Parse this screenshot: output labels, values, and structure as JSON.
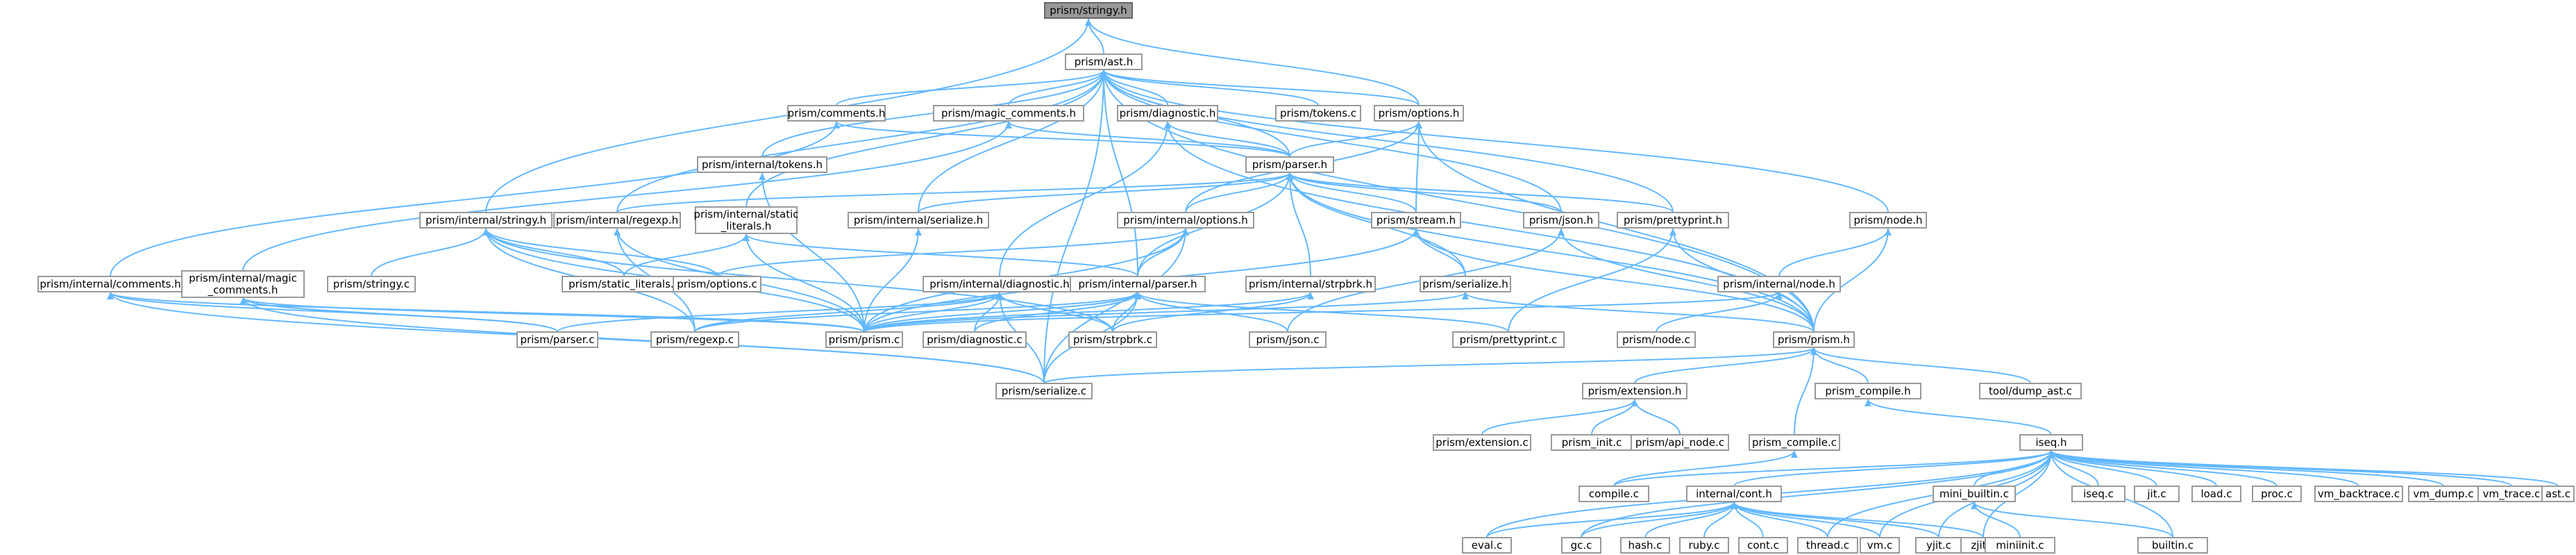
{
  "graph": {
    "nodes": [
      {
        "id": "stringy_h",
        "label": [
          "prism/stringy.h"
        ],
        "root": true
      },
      {
        "id": "ast_h",
        "label": [
          "prism/ast.h"
        ]
      },
      {
        "id": "comments_h",
        "label": [
          "prism/comments.h"
        ]
      },
      {
        "id": "magic_comments_h",
        "label": [
          "prism/magic_comments.h"
        ]
      },
      {
        "id": "diagnostic_h",
        "label": [
          "prism/diagnostic.h"
        ]
      },
      {
        "id": "tokens_c",
        "label": [
          "prism/tokens.c"
        ]
      },
      {
        "id": "options_h",
        "label": [
          "prism/options.h"
        ]
      },
      {
        "id": "internal_tokens_h",
        "label": [
          "prism/internal/tokens.h"
        ]
      },
      {
        "id": "parser_h",
        "label": [
          "prism/parser.h"
        ]
      },
      {
        "id": "internal_stringy_h",
        "label": [
          "prism/internal/stringy.h"
        ]
      },
      {
        "id": "internal_regexp_h",
        "label": [
          "prism/internal/regexp.h"
        ]
      },
      {
        "id": "internal_static_literals_h",
        "label": [
          "prism/internal/static",
          "_literals.h"
        ]
      },
      {
        "id": "internal_serialize_h",
        "label": [
          "prism/internal/serialize.h"
        ]
      },
      {
        "id": "internal_options_h",
        "label": [
          "prism/internal/options.h"
        ]
      },
      {
        "id": "stream_h",
        "label": [
          "prism/stream.h"
        ]
      },
      {
        "id": "json_h",
        "label": [
          "prism/json.h"
        ]
      },
      {
        "id": "prettyprint_h",
        "label": [
          "prism/prettyprint.h"
        ]
      },
      {
        "id": "node_h",
        "label": [
          "prism/node.h"
        ]
      },
      {
        "id": "internal_comments_h",
        "label": [
          "prism/internal/comments.h"
        ]
      },
      {
        "id": "internal_magic_comments_h",
        "label": [
          "prism/internal/magic",
          "_comments.h"
        ]
      },
      {
        "id": "stringy_c",
        "label": [
          "prism/stringy.c"
        ]
      },
      {
        "id": "static_literals_c",
        "label": [
          "prism/static_literals.c"
        ]
      },
      {
        "id": "options_c",
        "label": [
          "prism/options.c"
        ]
      },
      {
        "id": "internal_diagnostic_h",
        "label": [
          "prism/internal/diagnostic.h"
        ]
      },
      {
        "id": "internal_parser_h",
        "label": [
          "prism/internal/parser.h"
        ]
      },
      {
        "id": "internal_strpbrk_h",
        "label": [
          "prism/internal/strpbrk.h"
        ]
      },
      {
        "id": "serialize_h",
        "label": [
          "prism/serialize.h"
        ]
      },
      {
        "id": "internal_node_h",
        "label": [
          "prism/internal/node.h"
        ]
      },
      {
        "id": "parser_c",
        "label": [
          "prism/parser.c"
        ]
      },
      {
        "id": "regexp_c",
        "label": [
          "prism/regexp.c"
        ]
      },
      {
        "id": "prism_c",
        "label": [
          "prism/prism.c"
        ]
      },
      {
        "id": "diagnostic_c",
        "label": [
          "prism/diagnostic.c"
        ]
      },
      {
        "id": "strpbrk_c",
        "label": [
          "prism/strpbrk.c"
        ]
      },
      {
        "id": "json_c",
        "label": [
          "prism/json.c"
        ]
      },
      {
        "id": "prettyprint_c",
        "label": [
          "prism/prettyprint.c"
        ]
      },
      {
        "id": "node_c",
        "label": [
          "prism/node.c"
        ]
      },
      {
        "id": "prism_h",
        "label": [
          "prism/prism.h"
        ]
      },
      {
        "id": "serialize_c",
        "label": [
          "prism/serialize.c"
        ]
      },
      {
        "id": "extension_h",
        "label": [
          "prism/extension.h"
        ]
      },
      {
        "id": "prism_compile_h",
        "label": [
          "prism_compile.h"
        ]
      },
      {
        "id": "tool_dump_ast_c",
        "label": [
          "tool/dump_ast.c"
        ]
      },
      {
        "id": "extension_c",
        "label": [
          "prism/extension.c"
        ]
      },
      {
        "id": "prism_init_c",
        "label": [
          "prism_init.c"
        ]
      },
      {
        "id": "api_node_c",
        "label": [
          "prism/api_node.c"
        ]
      },
      {
        "id": "prism_compile_c",
        "label": [
          "prism_compile.c"
        ]
      },
      {
        "id": "iseq_h",
        "label": [
          "iseq.h"
        ]
      },
      {
        "id": "compile_c",
        "label": [
          "compile.c"
        ]
      },
      {
        "id": "internal_cont_h",
        "label": [
          "internal/cont.h"
        ]
      },
      {
        "id": "mini_builtin_c",
        "label": [
          "mini_builtin.c"
        ]
      },
      {
        "id": "iseq_c",
        "label": [
          "iseq.c"
        ]
      },
      {
        "id": "jit_c",
        "label": [
          "jit.c"
        ]
      },
      {
        "id": "load_c",
        "label": [
          "load.c"
        ]
      },
      {
        "id": "proc_c",
        "label": [
          "proc.c"
        ]
      },
      {
        "id": "vm_backtrace_c",
        "label": [
          "vm_backtrace.c"
        ]
      },
      {
        "id": "vm_dump_c",
        "label": [
          "vm_dump.c"
        ]
      },
      {
        "id": "vm_trace_c",
        "label": [
          "vm_trace.c"
        ]
      },
      {
        "id": "ast_c",
        "label": [
          "ast.c"
        ]
      },
      {
        "id": "eval_c",
        "label": [
          "eval.c"
        ]
      },
      {
        "id": "gc_c",
        "label": [
          "gc.c"
        ]
      },
      {
        "id": "hash_c",
        "label": [
          "hash.c"
        ]
      },
      {
        "id": "ruby_c",
        "label": [
          "ruby.c"
        ]
      },
      {
        "id": "cont_c",
        "label": [
          "cont.c"
        ]
      },
      {
        "id": "thread_c",
        "label": [
          "thread.c"
        ]
      },
      {
        "id": "vm_c",
        "label": [
          "vm.c"
        ]
      },
      {
        "id": "yjit_c",
        "label": [
          "yjit.c"
        ]
      },
      {
        "id": "zjit_c",
        "label": [
          "zjit.c"
        ]
      },
      {
        "id": "miniinit_c",
        "label": [
          "miniinit.c"
        ]
      },
      {
        "id": "builtin_c",
        "label": [
          "builtin.c"
        ]
      }
    ],
    "edges": [
      [
        "ast_h",
        "stringy_h"
      ],
      [
        "internal_stringy_h",
        "stringy_h"
      ],
      [
        "options_h",
        "stringy_h"
      ],
      [
        "comments_h",
        "ast_h"
      ],
      [
        "magic_comments_h",
        "ast_h"
      ],
      [
        "diagnostic_h",
        "ast_h"
      ],
      [
        "tokens_c",
        "ast_h"
      ],
      [
        "options_h",
        "ast_h"
      ],
      [
        "internal_tokens_h",
        "ast_h"
      ],
      [
        "parser_h",
        "ast_h"
      ],
      [
        "internal_regexp_h",
        "ast_h"
      ],
      [
        "internal_static_literals_h",
        "ast_h"
      ],
      [
        "internal_serialize_h",
        "ast_h"
      ],
      [
        "json_h",
        "ast_h"
      ],
      [
        "prettyprint_h",
        "ast_h"
      ],
      [
        "node_h",
        "ast_h"
      ],
      [
        "internal_parser_h",
        "ast_h"
      ],
      [
        "prism_h",
        "ast_h"
      ],
      [
        "serialize_c",
        "ast_h"
      ],
      [
        "parser_h",
        "comments_h"
      ],
      [
        "internal_comments_h",
        "comments_h"
      ],
      [
        "parser_h",
        "magic_comments_h"
      ],
      [
        "internal_magic_comments_h",
        "magic_comments_h"
      ],
      [
        "parser_h",
        "diagnostic_h"
      ],
      [
        "internal_diagnostic_h",
        "diagnostic_h"
      ],
      [
        "prism_h",
        "diagnostic_h"
      ],
      [
        "parser_h",
        "options_h"
      ],
      [
        "internal_options_h",
        "options_h"
      ],
      [
        "stream_h",
        "options_h"
      ],
      [
        "prism_h",
        "options_h"
      ],
      [
        "prism_c",
        "internal_tokens_h"
      ],
      [
        "internal_regexp_h",
        "parser_h"
      ],
      [
        "internal_serialize_h",
        "parser_h"
      ],
      [
        "internal_options_h",
        "parser_h"
      ],
      [
        "stream_h",
        "parser_h"
      ],
      [
        "json_h",
        "parser_h"
      ],
      [
        "prettyprint_h",
        "parser_h"
      ],
      [
        "internal_parser_h",
        "parser_h"
      ],
      [
        "internal_strpbrk_h",
        "parser_h"
      ],
      [
        "serialize_h",
        "parser_h"
      ],
      [
        "prism_h",
        "parser_h"
      ],
      [
        "stringy_c",
        "internal_stringy_h"
      ],
      [
        "static_literals_c",
        "internal_stringy_h"
      ],
      [
        "options_c",
        "internal_stringy_h"
      ],
      [
        "regexp_c",
        "internal_stringy_h"
      ],
      [
        "prism_c",
        "internal_stringy_h"
      ],
      [
        "strpbrk_c",
        "internal_stringy_h"
      ],
      [
        "regexp_c",
        "internal_regexp_h"
      ],
      [
        "prism_c",
        "internal_regexp_h"
      ],
      [
        "static_literals_c",
        "internal_static_literals_h"
      ],
      [
        "prism_c",
        "internal_static_literals_h"
      ],
      [
        "internal_parser_h",
        "internal_static_literals_h"
      ],
      [
        "prism_c",
        "internal_serialize_h"
      ],
      [
        "options_c",
        "internal_options_h"
      ],
      [
        "prism_c",
        "internal_options_h"
      ],
      [
        "internal_parser_h",
        "internal_options_h"
      ],
      [
        "serialize_c",
        "internal_options_h"
      ],
      [
        "prism_c",
        "stream_h"
      ],
      [
        "serialize_h",
        "stream_h"
      ],
      [
        "prism_h",
        "stream_h"
      ],
      [
        "json_c",
        "json_h"
      ],
      [
        "prism_h",
        "json_h"
      ],
      [
        "prettyprint_c",
        "prettyprint_h"
      ],
      [
        "prism_h",
        "prettyprint_h"
      ],
      [
        "internal_node_h",
        "node_h"
      ],
      [
        "prism_h",
        "node_h"
      ],
      [
        "parser_c",
        "internal_comments_h"
      ],
      [
        "prism_c",
        "internal_comments_h"
      ],
      [
        "serialize_c",
        "internal_comments_h"
      ],
      [
        "parser_c",
        "internal_magic_comments_h"
      ],
      [
        "prism_c",
        "internal_magic_comments_h"
      ],
      [
        "serialize_c",
        "internal_magic_comments_h"
      ],
      [
        "parser_c",
        "internal_diagnostic_h"
      ],
      [
        "regexp_c",
        "internal_diagnostic_h"
      ],
      [
        "prism_c",
        "internal_diagnostic_h"
      ],
      [
        "diagnostic_c",
        "internal_diagnostic_h"
      ],
      [
        "strpbrk_c",
        "internal_diagnostic_h"
      ],
      [
        "serialize_c",
        "internal_diagnostic_h"
      ],
      [
        "regexp_c",
        "internal_parser_h"
      ],
      [
        "prism_c",
        "internal_parser_h"
      ],
      [
        "diagnostic_c",
        "internal_parser_h"
      ],
      [
        "strpbrk_c",
        "internal_parser_h"
      ],
      [
        "json_c",
        "internal_parser_h"
      ],
      [
        "prettyprint_c",
        "internal_parser_h"
      ],
      [
        "serialize_c",
        "internal_parser_h"
      ],
      [
        "prism_c",
        "internal_strpbrk_h"
      ],
      [
        "strpbrk_c",
        "internal_strpbrk_h"
      ],
      [
        "prism_c",
        "serialize_h"
      ],
      [
        "prism_h",
        "serialize_h"
      ],
      [
        "prism_c",
        "internal_node_h"
      ],
      [
        "node_c",
        "internal_node_h"
      ],
      [
        "serialize_c",
        "prism_h"
      ],
      [
        "extension_h",
        "prism_h"
      ],
      [
        "prism_compile_h",
        "prism_h"
      ],
      [
        "tool_dump_ast_c",
        "prism_h"
      ],
      [
        "prism_compile_c",
        "prism_h"
      ],
      [
        "extension_c",
        "extension_h"
      ],
      [
        "prism_init_c",
        "extension_h"
      ],
      [
        "api_node_c",
        "extension_h"
      ],
      [
        "iseq_h",
        "prism_compile_h"
      ],
      [
        "compile_c",
        "prism_compile_c"
      ],
      [
        "compile_c",
        "iseq_h"
      ],
      [
        "internal_cont_h",
        "iseq_h"
      ],
      [
        "mini_builtin_c",
        "iseq_h"
      ],
      [
        "iseq_c",
        "iseq_h"
      ],
      [
        "jit_c",
        "iseq_h"
      ],
      [
        "load_c",
        "iseq_h"
      ],
      [
        "proc_c",
        "iseq_h"
      ],
      [
        "vm_backtrace_c",
        "iseq_h"
      ],
      [
        "vm_dump_c",
        "iseq_h"
      ],
      [
        "vm_trace_c",
        "iseq_h"
      ],
      [
        "ast_c",
        "iseq_h"
      ],
      [
        "builtin_c",
        "iseq_h"
      ],
      [
        "eval_c",
        "iseq_h"
      ],
      [
        "gc_c",
        "iseq_h"
      ],
      [
        "thread_c",
        "iseq_h"
      ],
      [
        "vm_c",
        "iseq_h"
      ],
      [
        "yjit_c",
        "iseq_h"
      ],
      [
        "zjit_c",
        "iseq_h"
      ],
      [
        "eval_c",
        "internal_cont_h"
      ],
      [
        "gc_c",
        "internal_cont_h"
      ],
      [
        "hash_c",
        "internal_cont_h"
      ],
      [
        "ruby_c",
        "internal_cont_h"
      ],
      [
        "cont_c",
        "internal_cont_h"
      ],
      [
        "thread_c",
        "internal_cont_h"
      ],
      [
        "vm_c",
        "internal_cont_h"
      ],
      [
        "yjit_c",
        "internal_cont_h"
      ],
      [
        "zjit_c",
        "internal_cont_h"
      ],
      [
        "miniinit_c",
        "mini_builtin_c"
      ],
      [
        "builtin_c",
        "mini_builtin_c"
      ]
    ]
  }
}
